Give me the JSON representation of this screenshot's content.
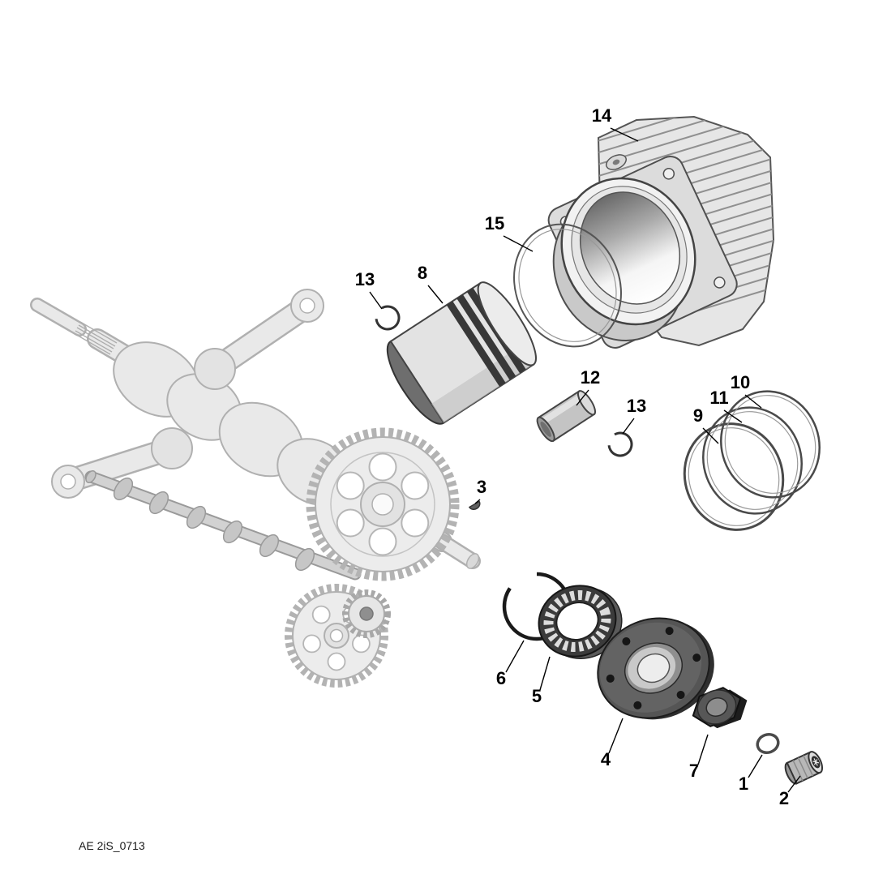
{
  "diagram": {
    "footer_label": "AE 2iS_0713",
    "callouts": {
      "c1": "1",
      "c2": "2",
      "c3": "3",
      "c4": "4",
      "c5": "5",
      "c6": "6",
      "c7": "7",
      "c8": "8",
      "c9": "9",
      "c10": "10",
      "c11": "11",
      "c12": "12",
      "c13a": "13",
      "c13b": "13",
      "c14": "14",
      "c15": "15"
    },
    "colors": {
      "background": "#ffffff",
      "callout_text": "#000000",
      "leader_line": "#000000",
      "part_dark": "#3b3b3b",
      "part_mid": "#8a8a8a",
      "part_light": "#e8e8e8",
      "ghost_fill": "#e9e9e9",
      "ghost_stroke": "#b0b0b0"
    }
  }
}
